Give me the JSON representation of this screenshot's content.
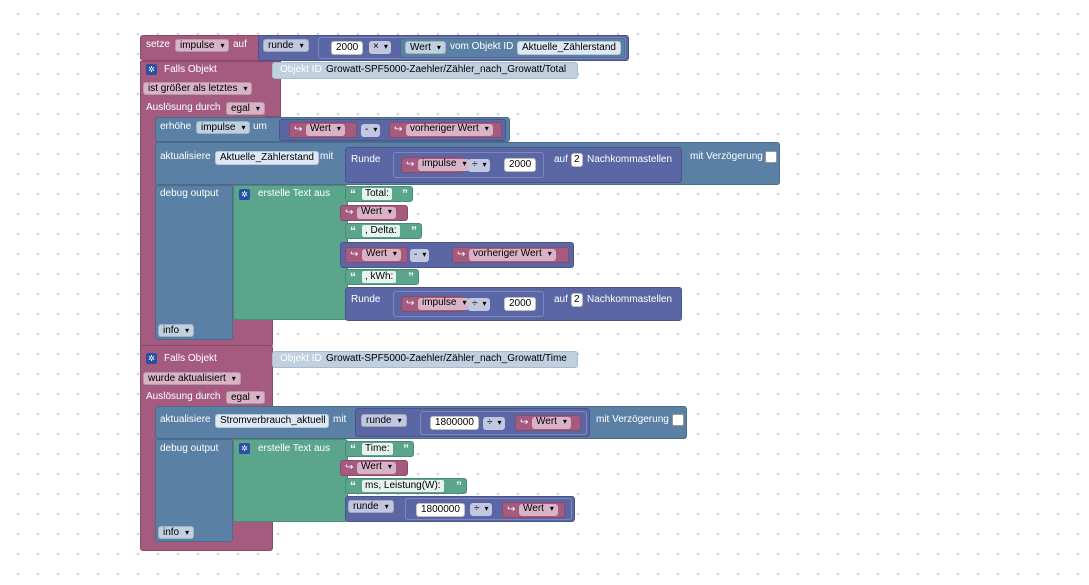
{
  "set_block": {
    "setze": "setze",
    "var": "impulse",
    "auf": "auf",
    "runde": "runde",
    "num": "2000",
    "op": "×",
    "wert": "Wert",
    "vom_objekt": "vom Objekt ID",
    "objekt_id": "Aktuelle_Zählerstand"
  },
  "trigger1": {
    "falls_objekt": "Falls Objekt",
    "objekt_id_label": "Objekt ID",
    "objekt_id": "Growatt-SPF5000-Zaehler/Zähler_nach_Growatt/Total",
    "condition": "ist größer als letztes",
    "ausloesung": "Auslösung durch",
    "ausloesung_val": "egal",
    "erhoehe": "erhöhe",
    "erhoehe_var": "impulse",
    "um": "um",
    "wert": "Wert",
    "minus": "-",
    "vorheriger": "vorheriger Wert",
    "aktualisiere": "aktualisiere",
    "akt_obj": "Aktuelle_Zählerstand",
    "mit": "mit",
    "runde": "Runde",
    "impulse": "impulse",
    "div": "÷",
    "div_num": "2000",
    "auf": "auf",
    "nk": "2",
    "nachkomma": "Nachkommastellen",
    "verzoegerung": "mit Verzögerung",
    "debug": "debug output",
    "erstelle": "erstelle Text aus",
    "t_total": "Total:",
    "t_wert": "Wert",
    "t_delta": ", Delta:",
    "t_wert2": "Wert",
    "t_minus": "-",
    "t_vorheriger": "vorheriger Wert",
    "t_kwh": ", kWh:",
    "t_runde": "Runde",
    "t_impulse": "impulse",
    "t_div": "÷",
    "t_num": "2000",
    "t_auf": "auf",
    "t_nk": "2",
    "t_nachkomma": "Nachkommastellen",
    "level": "info"
  },
  "trigger2": {
    "falls_objekt": "Falls Objekt",
    "objekt_id_label": "Objekt ID",
    "objekt_id": "Growatt-SPF5000-Zaehler/Zähler_nach_Growatt/Time",
    "condition": "wurde aktualisiert",
    "ausloesung": "Auslösung durch",
    "ausloesung_val": "egal",
    "aktualisiere": "aktualisiere",
    "akt_obj": "Stromverbrauch_aktuell",
    "mit": "mit",
    "runde": "runde",
    "num": "1800000",
    "div": "÷",
    "wert": "Wert",
    "verzoegerung": "mit Verzögerung",
    "debug": "debug output",
    "erstelle": "erstelle Text aus",
    "t_time": "Time:",
    "t_wert": "Wert",
    "t_leistung": "ms, Leistung(W):",
    "t_runde": "runde",
    "t_num": "1800000",
    "t_div": "÷",
    "t_wert2": "Wert",
    "level": "info"
  },
  "colors": {
    "event": "#a55b80",
    "action": "#5b80a5",
    "math": "#5b67a5",
    "text": "#5ba58c"
  }
}
